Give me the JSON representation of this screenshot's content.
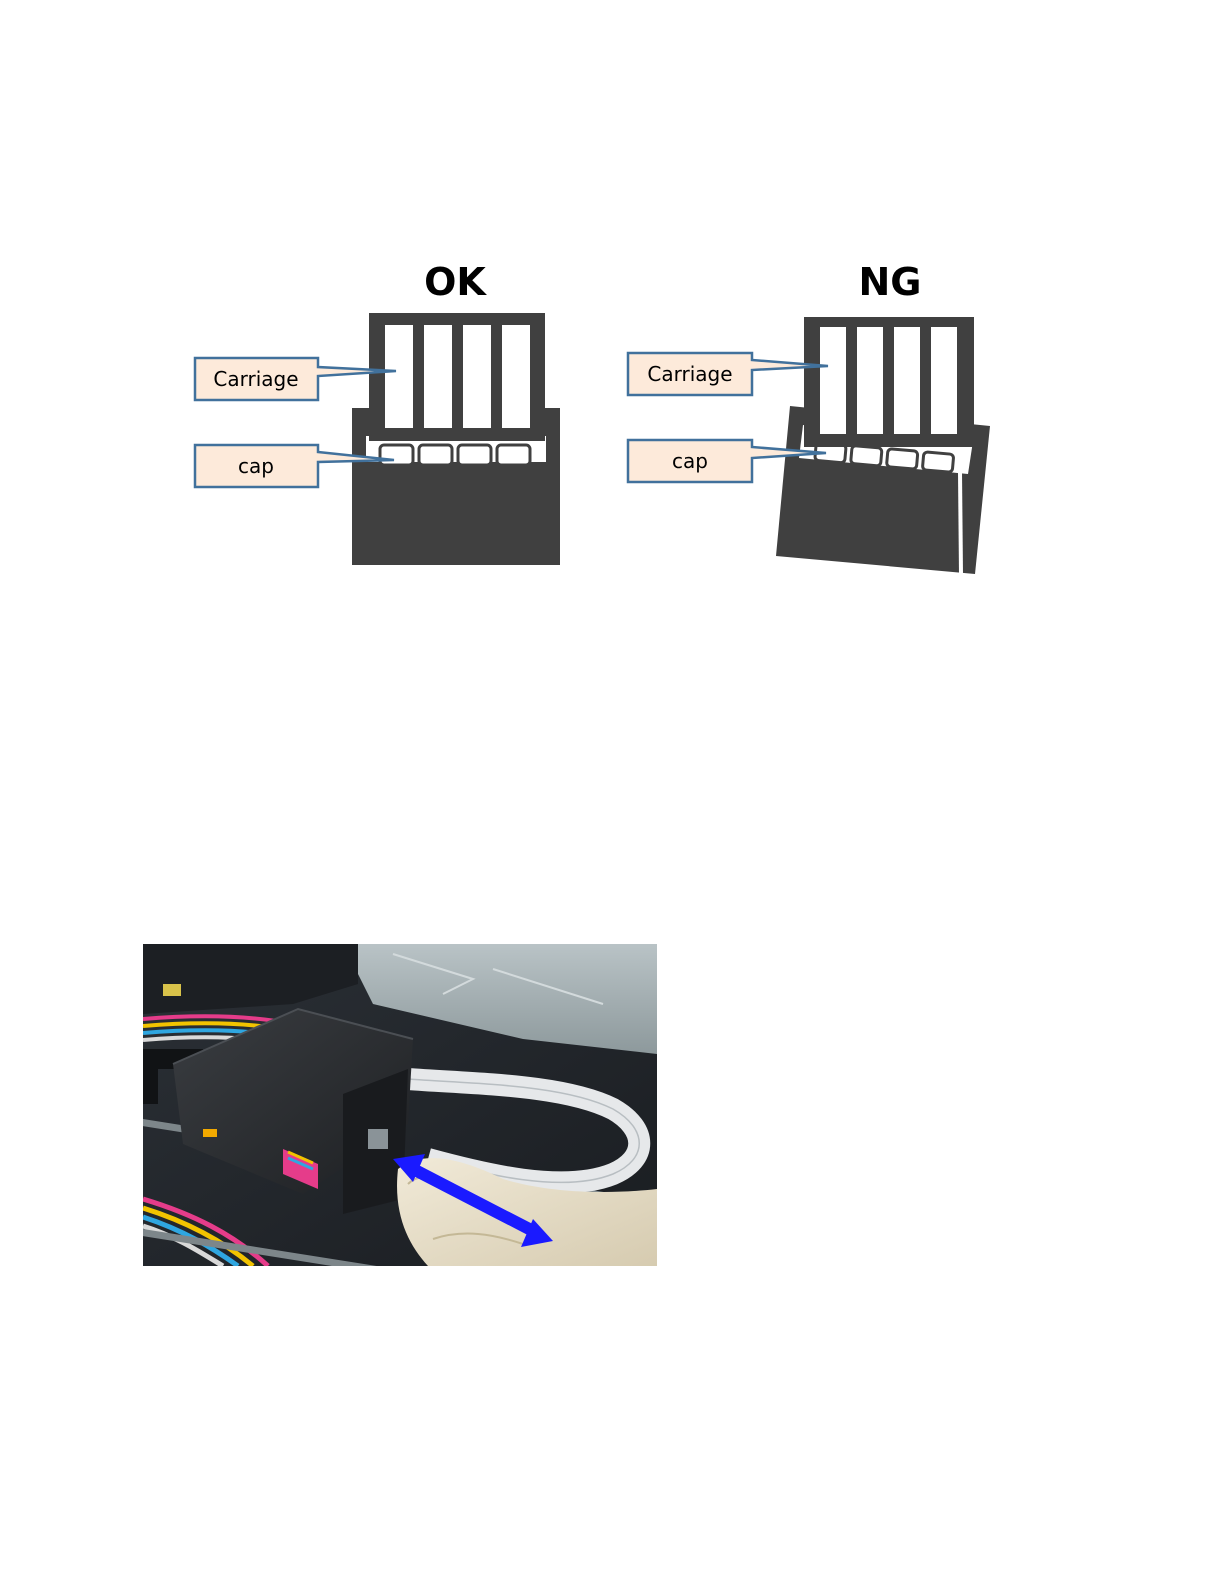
{
  "ok_panel": {
    "heading": "OK",
    "carriage_label": "Carriage",
    "cap_label": "cap"
  },
  "ng_panel": {
    "heading": "NG",
    "carriage_label": "Carriage",
    "cap_label": "cap"
  },
  "colors": {
    "part_fill": "#404040",
    "callout_fill": "#fdeada",
    "callout_stroke": "#41719c",
    "arrow": "#1a1aff"
  },
  "icons": {
    "arrow": "double-headed-arrow-icon"
  }
}
